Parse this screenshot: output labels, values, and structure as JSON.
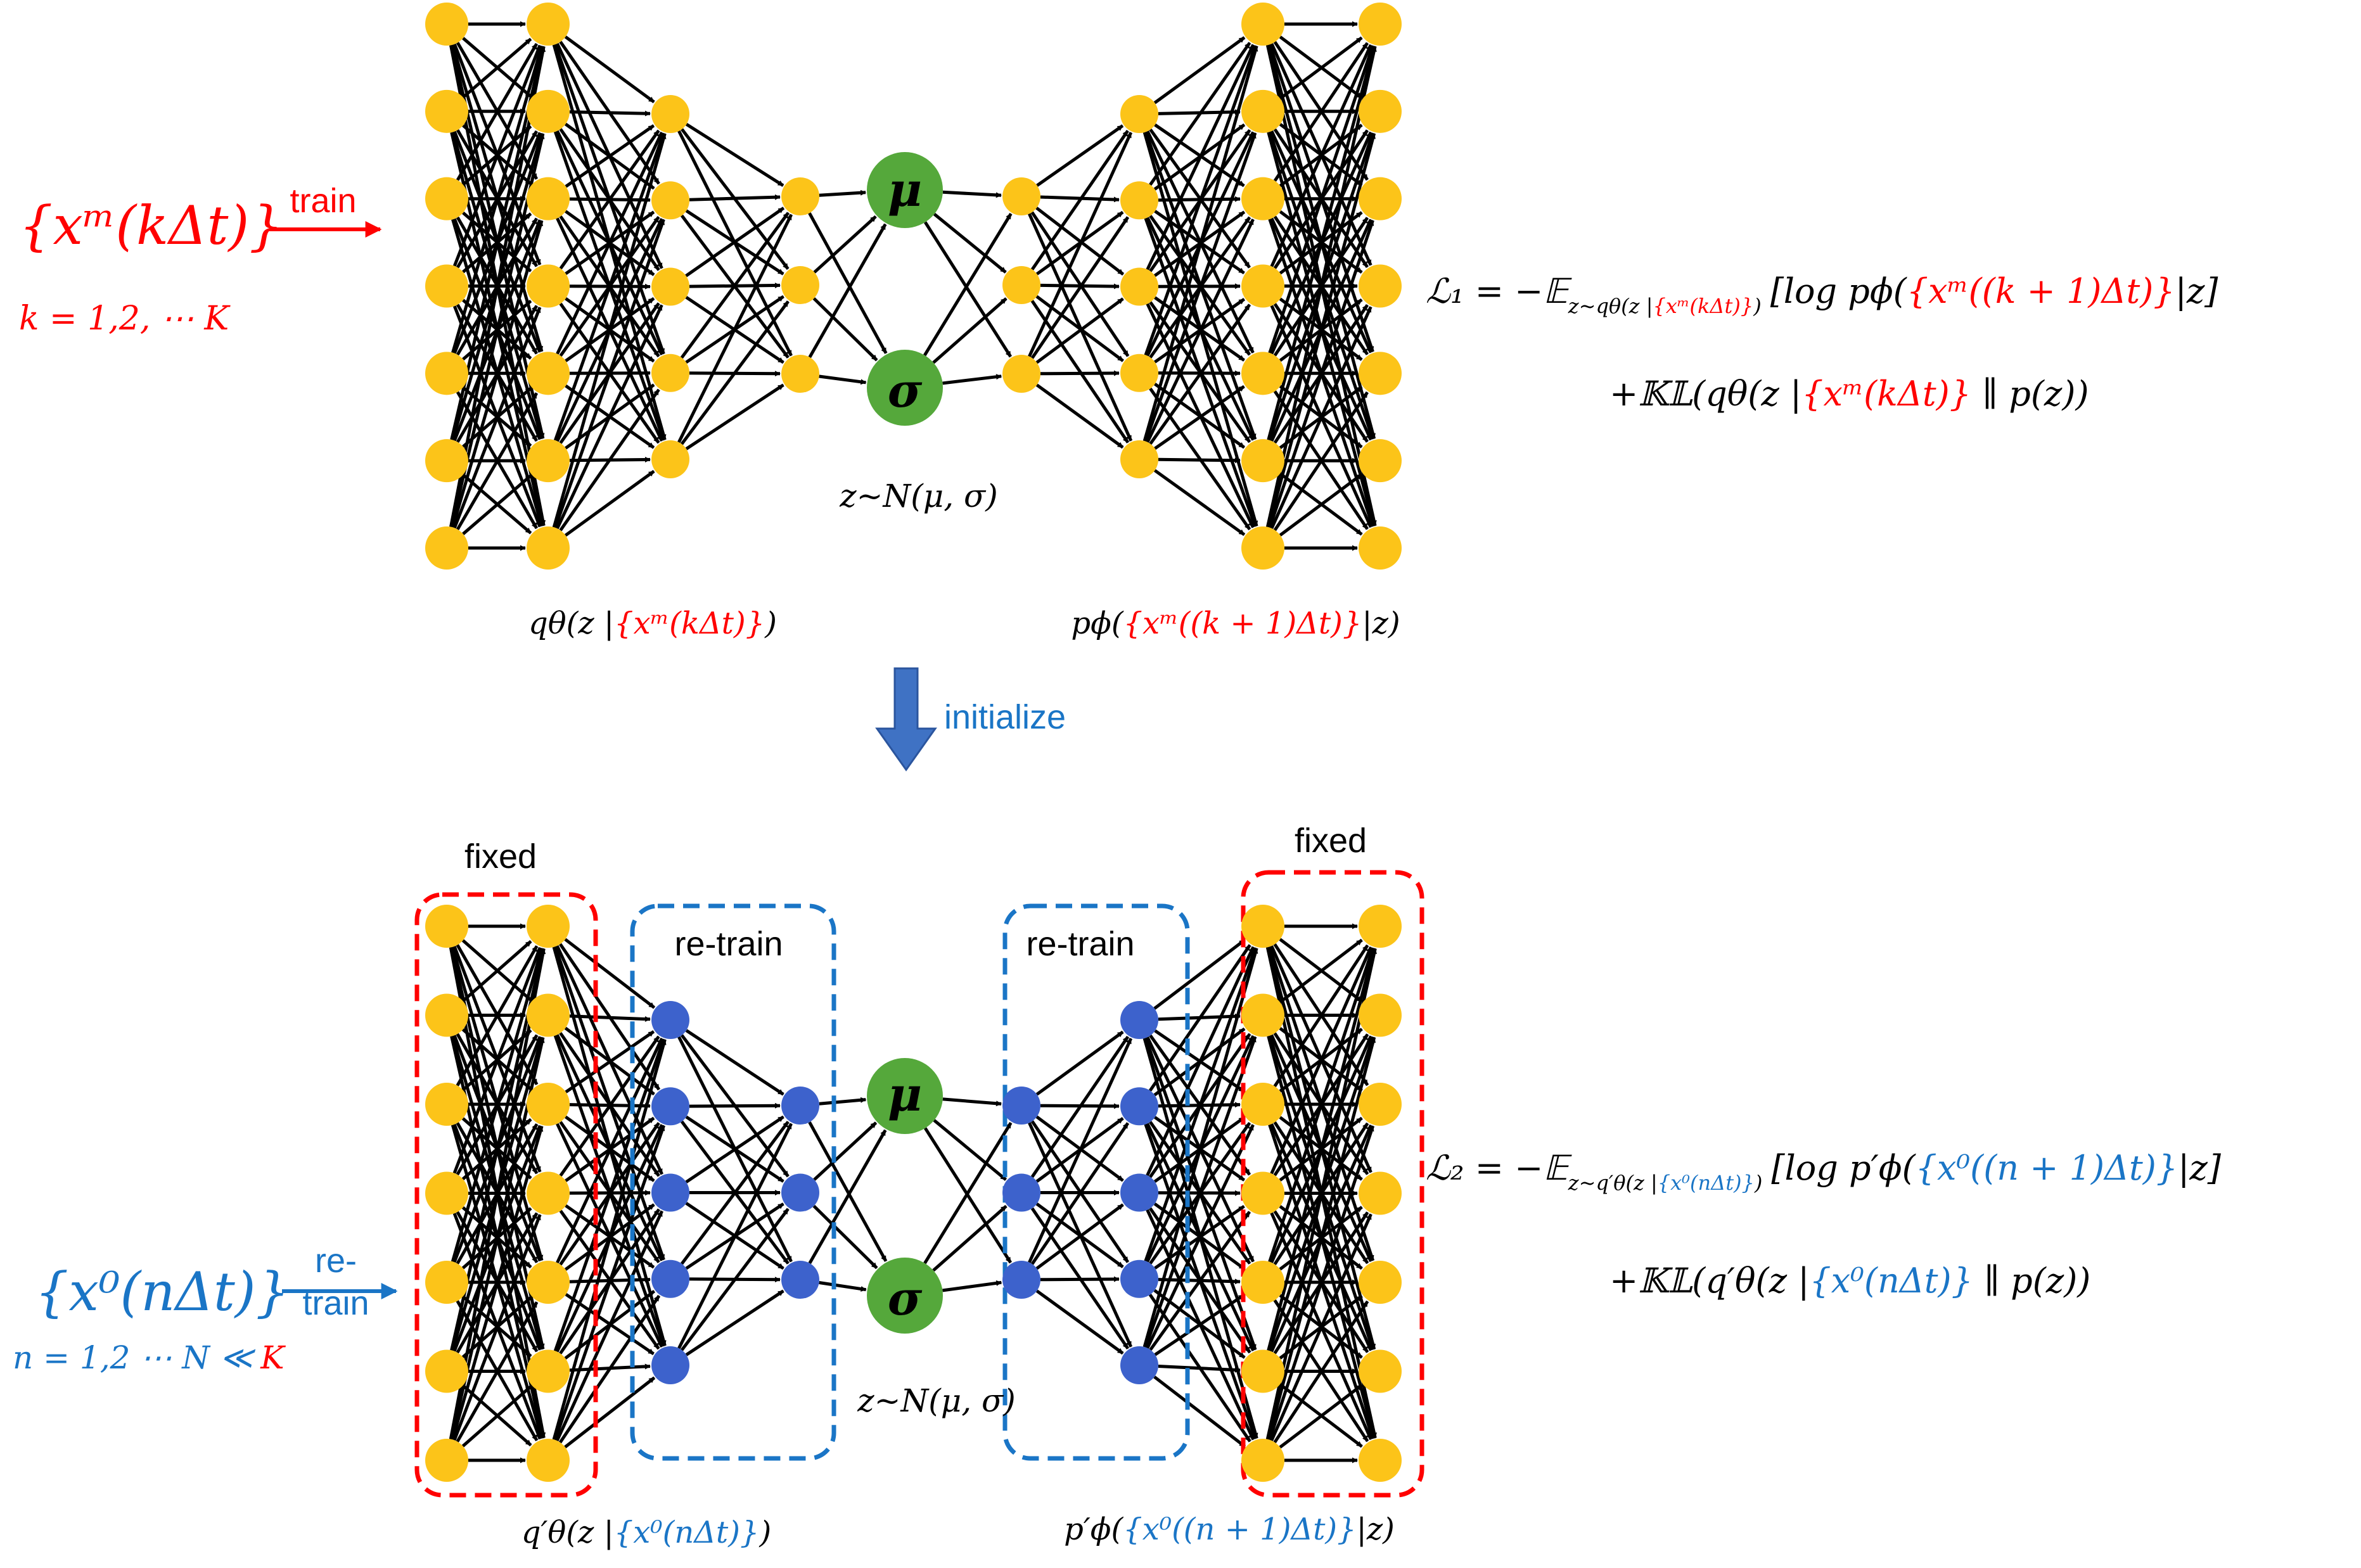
{
  "colors": {
    "red": "#ff0000",
    "blue": "#1a75c6",
    "arrow_blue": "#3f72c4",
    "node_yellow": "#fcc419",
    "node_blue": "#3d62cc",
    "node_green": "#55a83b",
    "edge": "#000000"
  },
  "top": {
    "input_set": "{xᵐ(kΔt)}",
    "train_label": "train",
    "k_range": "k = 1,2, ⋯ K",
    "mu": "μ",
    "sigma": "σ",
    "z_dist": "z~N(μ, σ)",
    "encoder_label": {
      "prefix": "qθ(z |",
      "highlight": "{xᵐ(kΔt)}",
      "suffix": ")"
    },
    "decoder_label": {
      "prefix": "pϕ(",
      "highlight": "{xᵐ((k + 1)Δt)}",
      "suffix": "|z)"
    },
    "loss_line1": {
      "prefix": "ℒ₁ = −𝔼",
      "subscript_prefix": "z~qθ(z |",
      "subscript_highlight": "{xᵐ(kΔt)}",
      "subscript_suffix": ")",
      "mid": "[log pϕ(",
      "highlight": "{xᵐ((k + 1)Δt)}",
      "suffix": "|z]"
    },
    "loss_line2": {
      "prefix": "+𝕂𝕃(qθ(z |",
      "highlight": "{xᵐ(kΔt)}",
      "suffix": " ∥ p(z))"
    }
  },
  "initialize_label": "initialize",
  "bottom": {
    "input_set": "{x⁰(nΔt)}",
    "retrain_arrow_label_1": "re-",
    "retrain_arrow_label_2": "train",
    "n_range_prefix": "n = 1,2 ⋯ N ≪",
    "n_range_K": "K",
    "fixed_left": "fixed",
    "fixed_right": "fixed",
    "retrain_left": "re-train",
    "retrain_right": "re-train",
    "mu": "μ",
    "sigma": "σ",
    "z_dist": "z~N(μ, σ)",
    "encoder_label": {
      "prefix": "q′θ(z |",
      "highlight": "{x⁰(nΔt)}",
      "suffix": ")"
    },
    "decoder_label": {
      "prefix": "p′ϕ(",
      "highlight": "{x⁰((n + 1)Δt)}",
      "suffix": "|z)"
    },
    "loss_line1": {
      "prefix": "ℒ₂ = −𝔼",
      "subscript_prefix": "z~q′θ(z |",
      "subscript_highlight": "{x⁰(nΔt)}",
      "subscript_suffix": ")",
      "mid": "[log p′ϕ(",
      "highlight": "{x⁰((n + 1)Δt)}",
      "suffix": "|z]"
    },
    "loss_line2": {
      "prefix": "+𝕂𝕃(q′θ(z |",
      "highlight": "{x⁰(nΔt)}",
      "suffix": " ∥ p(z))"
    }
  },
  "icons": {
    "train_arrow": "right-arrow-icon",
    "initialize_arrow": "down-arrow-icon",
    "retrain_arrow": "right-arrow-icon"
  }
}
